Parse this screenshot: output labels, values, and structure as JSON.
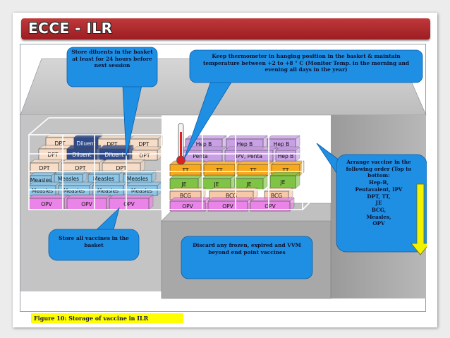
{
  "header": {
    "title": "ECCE - ILR"
  },
  "callouts": {
    "diluents": "Store diluents in the basket at least for 24 hours before next session",
    "thermometer": "Keep thermometer in hanging position in the basket & maintain temperature between +2 to +8 ° C (Monitor Temp. in the morning and evening all days in the year)",
    "order_heading": "Arrange vaccine in the following order (Top to bottom:",
    "order_items": [
      "Hep-B,",
      "Pentavalent, IPV",
      "DPT, TT,",
      "JE",
      "BCG,",
      "Measles,",
      "OPV"
    ],
    "store_all": "Store all vaccines in the basket",
    "discard": "Discard any frozen, expired and VVM beyond end point vaccines"
  },
  "left_basket": {
    "diluent_label": "Diluent",
    "dpt_label": "DPT",
    "measles_label": "Measles",
    "opv_label": "OPV"
  },
  "right_basket": {
    "hepb_label": "Hep B",
    "penta_label": "Penta",
    "ipv_penta_label": "IPV, Penta",
    "tt_label": "TT",
    "je_label": "JE",
    "bcg_label": "BCG",
    "opv_label": "OPV"
  },
  "caption": "Figure 10: Storage of vaccine in ILR",
  "colors": {
    "title_bar": "#a8262b",
    "callout_blue": "#1f8fe3",
    "arrow_yellow": "#f2f200",
    "dpt_box": "#f7ddc7",
    "diluent_box": "#2f4a8a",
    "measles_box": "#8cc7ea",
    "opv_box": "#ea84e8",
    "hepb_box": "#c9a0e6",
    "tt_box": "#f7a81b",
    "je_box": "#7fc444",
    "bcg_box": "#f7c9a8"
  }
}
